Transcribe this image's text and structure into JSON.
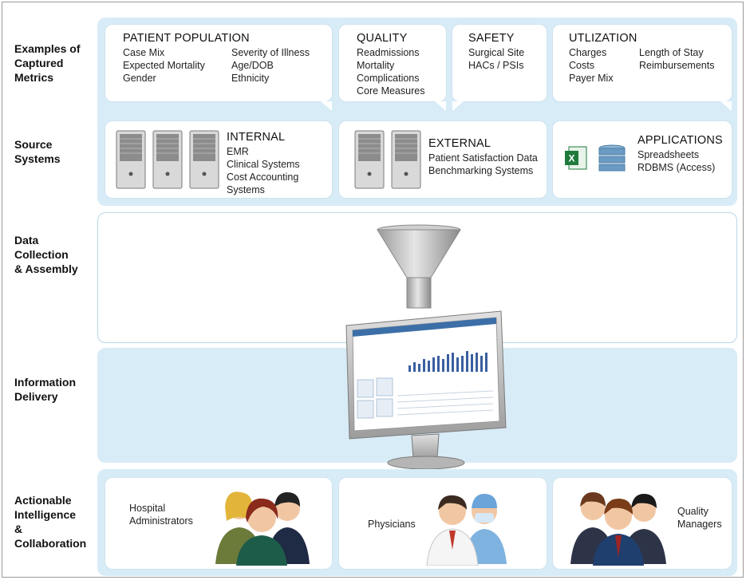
{
  "row_labels": {
    "metrics": [
      "Examples of",
      "Captured",
      "Metrics"
    ],
    "source": [
      "Source",
      "Systems"
    ],
    "collection": [
      "Data",
      "Collection",
      "& Assembly"
    ],
    "delivery": [
      "Information",
      "Delivery"
    ],
    "actionable": [
      "Actionable",
      "Intelligence",
      "&",
      "Collaboration"
    ]
  },
  "metrics": {
    "patient_population": {
      "title": "PATIENT POPULATION",
      "col1": [
        "Case Mix",
        "Expected Mortality",
        "Gender"
      ],
      "col2": [
        "Severity of Illness",
        "Age/DOB",
        "Ethnicity"
      ]
    },
    "quality": {
      "title": "QUALITY",
      "items": [
        "Readmissions",
        "Mortality",
        "Complications",
        "Core Measures"
      ]
    },
    "safety": {
      "title": "SAFETY",
      "items": [
        "Surgical Site",
        "HACs / PSIs"
      ]
    },
    "utilization": {
      "title": "UTLIZATION",
      "col1": [
        "Charges",
        "Costs",
        "Payer Mix"
      ],
      "col2": [
        "Length of Stay",
        "Reimbursements"
      ]
    }
  },
  "sources": {
    "internal": {
      "title": "INTERNAL",
      "items": [
        "EMR",
        "Clinical Systems",
        "Cost Accounting",
        "Systems"
      ]
    },
    "external": {
      "title": "EXTERNAL",
      "items": [
        "Patient Satisfaction Data",
        "Benchmarking Systems"
      ]
    },
    "applications": {
      "title": "APPLICATIONS",
      "items": [
        "Spreadsheets",
        "RDBMS (Access)"
      ]
    }
  },
  "audiences": {
    "admins": [
      "Hospital",
      "Administrators"
    ],
    "physicians": [
      "Physicians"
    ],
    "quality": [
      "Quality",
      "Managers"
    ]
  },
  "colors": {
    "band_blue": "#d8ecf7",
    "server_gray": "#8c8c8c",
    "excel_green": "#1f7a3c",
    "db_blue": "#5b8fb9",
    "funnel_gray": "#b8b8b8"
  },
  "icons": [
    "server-icon",
    "excel-icon",
    "database-icon",
    "funnel-icon",
    "monitor-icon",
    "person-icon"
  ]
}
